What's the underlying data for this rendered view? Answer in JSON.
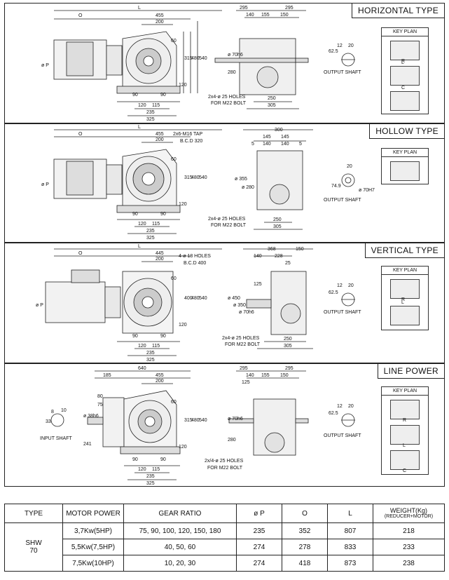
{
  "panels": [
    {
      "title": "HORIZONTAL TYPE",
      "dims_top": [
        "L",
        "O",
        "455",
        "200",
        "295",
        "295",
        "140",
        "155",
        "150"
      ],
      "dims_side": [
        "ø P",
        "60",
        "315",
        "480",
        "540",
        "120",
        "ø 70h6",
        "280",
        "62.5",
        "12",
        "20"
      ],
      "dims_bottom": [
        "90",
        "90",
        "120",
        "115",
        "235",
        "325",
        "250",
        "305"
      ],
      "holes": "2x4-ø 25 HOLES",
      "bolt": "FOR M22 BOLT",
      "shaft_label": "OUTPUT SHAFT",
      "key_title": "KEY PLAN",
      "keys": [
        "R",
        "L",
        "C"
      ]
    },
    {
      "title": "HOLLOW TYPE",
      "dims_top": [
        "L",
        "O",
        "455",
        "200",
        "300",
        "145",
        "145",
        "140",
        "140",
        "5",
        "5"
      ],
      "tap": "2x6-M16 TAP",
      "pcd": "B.C.D 320",
      "dims_side": [
        "ø P",
        "60",
        "315",
        "480",
        "540",
        "120",
        "ø 355",
        "ø 280",
        "74.9",
        "20",
        "ø 70H7"
      ],
      "dims_bottom": [
        "90",
        "90",
        "120",
        "115",
        "235",
        "325",
        "250",
        "305"
      ],
      "holes": "2x4-ø 25 HOLES",
      "bolt": "FOR M22 BOLT",
      "shaft_label": "OUTPUT SHAFT",
      "key_title": "KEY PLAN",
      "keys": []
    },
    {
      "title": "VERTICAL TYPE",
      "dims_top": [
        "L",
        "O",
        "445",
        "200",
        "368",
        "150",
        "228",
        "140",
        "25"
      ],
      "holes_top": "4-ø 18 HOLES",
      "pcd": "B.C.D 400",
      "dims_side": [
        "ø P",
        "60",
        "400",
        "480",
        "540",
        "120",
        "125",
        "ø 450",
        "ø 350",
        "ø 70h6",
        "62.5",
        "12",
        "20"
      ],
      "dims_bottom": [
        "90",
        "90",
        "120",
        "115",
        "235",
        "325",
        "250",
        "305"
      ],
      "holes": "2x4-ø 25 HOLES",
      "bolt": "FOR M22 BOLT",
      "shaft_label": "OUTPUT SHAFT",
      "key_title": "KEY PLAN",
      "keys": [
        "R",
        "L"
      ]
    },
    {
      "title": "LINE POWER",
      "dims_top": [
        "640",
        "185",
        "455",
        "200",
        "295",
        "295",
        "140",
        "155",
        "150",
        "125"
      ],
      "dims_side": [
        "80",
        "75",
        "ø 38h6",
        "33",
        "8",
        "10",
        "241",
        "60",
        "315",
        "480",
        "540",
        "120",
        "ø 70h6",
        "280",
        "62.5",
        "12",
        "20"
      ],
      "dims_bottom": [
        "90",
        "90",
        "120",
        "115",
        "235",
        "325"
      ],
      "holes": "2x/4-ø 25 HOLES",
      "bolt": "FOR M22 BOLT",
      "input_label": "INPUT SHAFT",
      "shaft_label": "OUTPUT SHAFT",
      "key_title": "KEY PLAN",
      "keys": [
        "R",
        "L",
        "C"
      ]
    }
  ],
  "table": {
    "headers": [
      "TYPE",
      "MOTOR POWER",
      "GEAR RATIO",
      "ø P",
      "O",
      "L",
      "WEIGHT(Kg)",
      "(REDUCER+MOTOR)"
    ],
    "type_label": [
      "SHW",
      "70"
    ],
    "rows": [
      {
        "power": "3,7Kw(5HP)",
        "ratio": "75, 90, 100, 120, 150, 180",
        "p": "235",
        "o": "352",
        "l": "807",
        "w": "218"
      },
      {
        "power": "5,5Kw(7,5HP)",
        "ratio": "40, 50, 60",
        "p": "274",
        "o": "278",
        "l": "833",
        "w": "233"
      },
      {
        "power": "7,5Kw(10HP)",
        "ratio": "10, 20, 30",
        "p": "274",
        "o": "418",
        "l": "873",
        "w": "238"
      }
    ]
  }
}
